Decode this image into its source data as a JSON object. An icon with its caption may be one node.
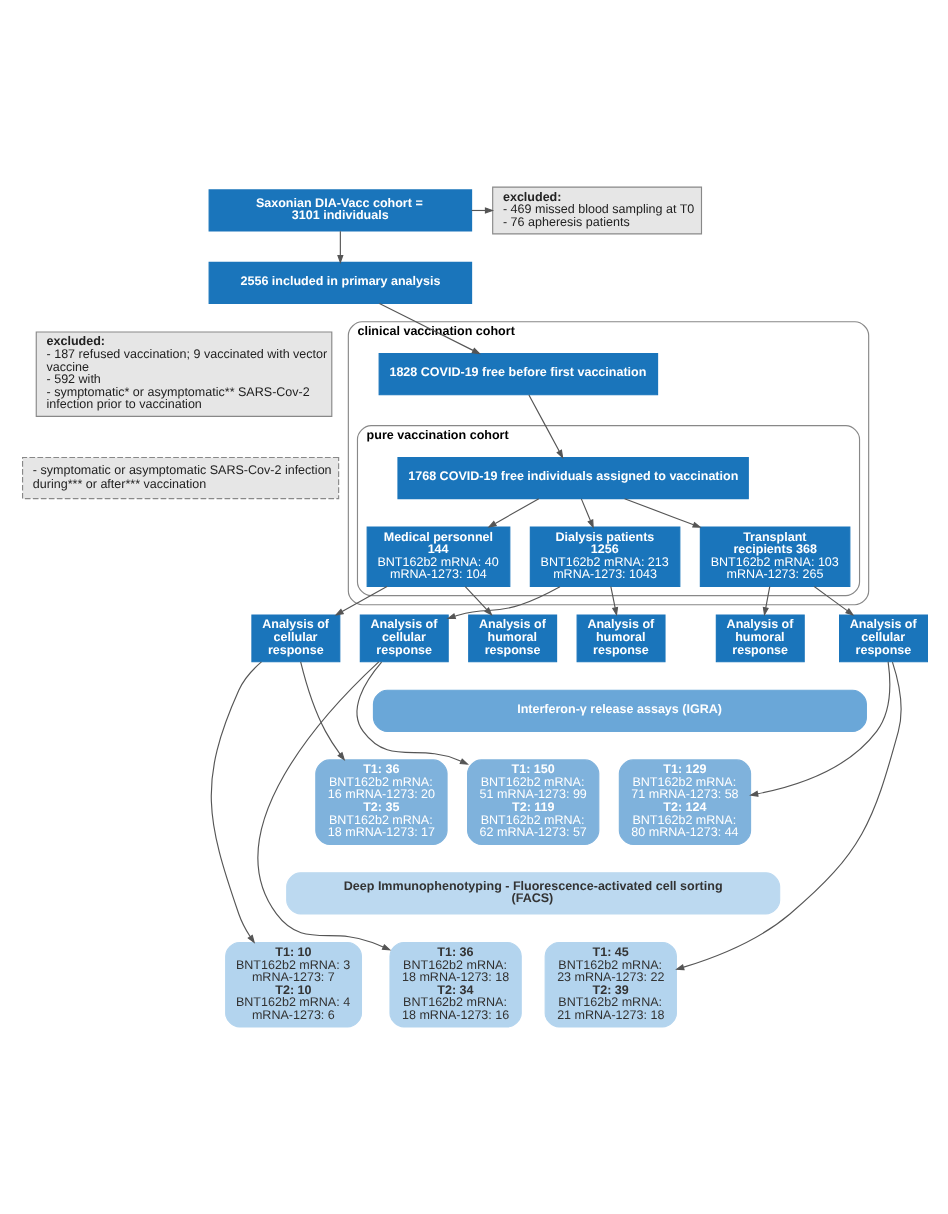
{
  "diagram": {
    "nodes": [
      {
        "text": [
          "Saxonian DIA-Vacc cohort = 3101 individuals"
        ]
      },
      {
        "text": [
          "excluded:",
          "- 469 missed blood sampling at T0",
          "- 76 apheresis patients"
        ]
      },
      {
        "text": [
          "2556 included in primary analysis"
        ]
      },
      {
        "text": [
          "excluded:",
          "- 187 refused vaccination; 9 vaccinated with vector vaccine",
          "- 592 with",
          "- symptomatic* or asymptomatic** SARS-Cov-2 infection prior to vaccination"
        ]
      },
      {
        "text": [
          "clinical vaccination cohort"
        ]
      },
      {
        "text": [
          "- symptomatic or asymptomatic SARS-Cov-2 infection during*** or after*** vaccination"
        ]
      },
      {
        "text": [
          "1828 COVID-19 free before first vaccination"
        ],
        "in": 4
      },
      {
        "text": [
          "pure vaccination cohort"
        ],
        "in": 4
      },
      {
        "text": [
          "1768 COVID-19 free individuals assigned to vaccination"
        ],
        "in": 7
      },
      {
        "text": [
          "Medical personnel 144",
          "BNT162b2 mRNA: 40 mRNA-1273: 104"
        ],
        "in": 7
      },
      {
        "text": [
          "Dialysis patients 1256",
          "BNT162b2 mRNA: 213 mRNA-1273: 1043"
        ],
        "in": 7
      },
      {
        "text": [
          "Transplant recipients 368",
          "BNT162b2 mRNA: 103 mRNA-1273: 265"
        ],
        "in": 7
      },
      {
        "text": [
          "Analysis of humoral response"
        ]
      },
      {
        "text": [
          "Analysis of cellular response"
        ]
      },
      {
        "text": [
          "Analysis of humoral response"
        ]
      },
      {
        "text": [
          "Analysis of cellular response"
        ]
      },
      {
        "text": [
          "Analysis of humoral response"
        ]
      },
      {
        "text": [
          "Analysis of cellular response"
        ]
      },
      {
        "text": [
          "Interferon-γ release assays (IGRA)"
        ]
      },
      {
        "text": [
          "T1: 36",
          "BNT162b2 mRNA: 16 mRNA-1273: 20",
          "T2: 35",
          "BNT162b2 mRNA: 18 mRNA-1273: 17"
        ]
      },
      {
        "text": [
          "T1: 150",
          "BNT162b2 mRNA: 51 mRNA-1273: 99",
          "T2: 119",
          "BNT162b2 mRNA: 62 mRNA-1273: 57"
        ]
      },
      {
        "text": [
          "T1: 129",
          "BNT162b2 mRNA: 71 mRNA-1273: 58",
          "T2: 124",
          "BNT162b2 mRNA: 80 mRNA-1273: 44"
        ]
      },
      {
        "text": [
          "Deep Immunophenotyping - Fluorescence-activated cell sorting (FACS)"
        ]
      },
      {
        "text": [
          "T1: 10",
          "BNT162b2 mRNA: 3 mRNA-1273: 7",
          "T2: 10",
          "BNT162b2 mRNA: 4 mRNA-1273: 6"
        ]
      },
      {
        "text": [
          "T1: 36",
          "BNT162b2 mRNA: 18 mRNA-1273: 18",
          "T2: 34",
          "BNT162b2 mRNA: 18 mRNA-1273: 16"
        ]
      },
      {
        "text": [
          "T1: 45",
          "BNT162b2 mRNA: 23 mRNA-1273: 22",
          "T2: 39",
          "BNT162b2 mRNA: 21 mRNA-1273: 18"
        ]
      }
    ],
    "edges": [
      {
        "from": 0,
        "to": 1,
        "arrow": "to"
      },
      {
        "from": 0,
        "to": 2,
        "arrow": "to"
      },
      {
        "from": 2,
        "to": 6,
        "arrow": "to"
      },
      {
        "from": 6,
        "to": 8,
        "arrow": "to"
      },
      {
        "from": 8,
        "to": 9,
        "arrow": "to"
      },
      {
        "from": 8,
        "to": 10,
        "arrow": "to"
      },
      {
        "from": 8,
        "to": 11,
        "arrow": "to"
      },
      {
        "from": 9,
        "to": 12,
        "arrow": "to"
      },
      {
        "from": 9,
        "to": 13,
        "arrow": "to"
      },
      {
        "from": 10,
        "to": 14,
        "arrow": "to"
      },
      {
        "from": 10,
        "to": 15,
        "arrow": "to"
      },
      {
        "from": 11,
        "to": 16,
        "arrow": "to"
      },
      {
        "from": 11,
        "to": 17,
        "arrow": "to"
      },
      {
        "from": 13,
        "to": 19,
        "arrow": "to"
      },
      {
        "from": 13,
        "to": 23,
        "arrow": "to"
      },
      {
        "from": 15,
        "to": 20,
        "arrow": "to"
      },
      {
        "from": 15,
        "to": 24,
        "arrow": "to"
      },
      {
        "from": 17,
        "to": 21,
        "arrow": "to"
      },
      {
        "from": 17,
        "to": 25,
        "arrow": "to"
      }
    ]
  }
}
